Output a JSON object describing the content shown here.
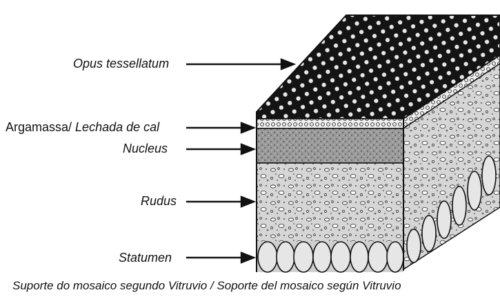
{
  "labels": {
    "opus": "Opus tessellatum",
    "argamassa_prefix": "Argamassa/ ",
    "argamassa_rest": "Lechada de cal",
    "nucleus": "Nucleus",
    "rudus": "Rudus",
    "statumen": "Statumen"
  },
  "caption": "Suporte do mosaico segundo Vitruvio / Soporte del mosaico según Vitruvio",
  "colors": {
    "ink": "#111111",
    "tessera_dark": "#141414",
    "nucleus_fill": "#8f8f8f",
    "rudus_fill": "#cfcfcf",
    "statumen_fill": "#e2e2e2"
  }
}
